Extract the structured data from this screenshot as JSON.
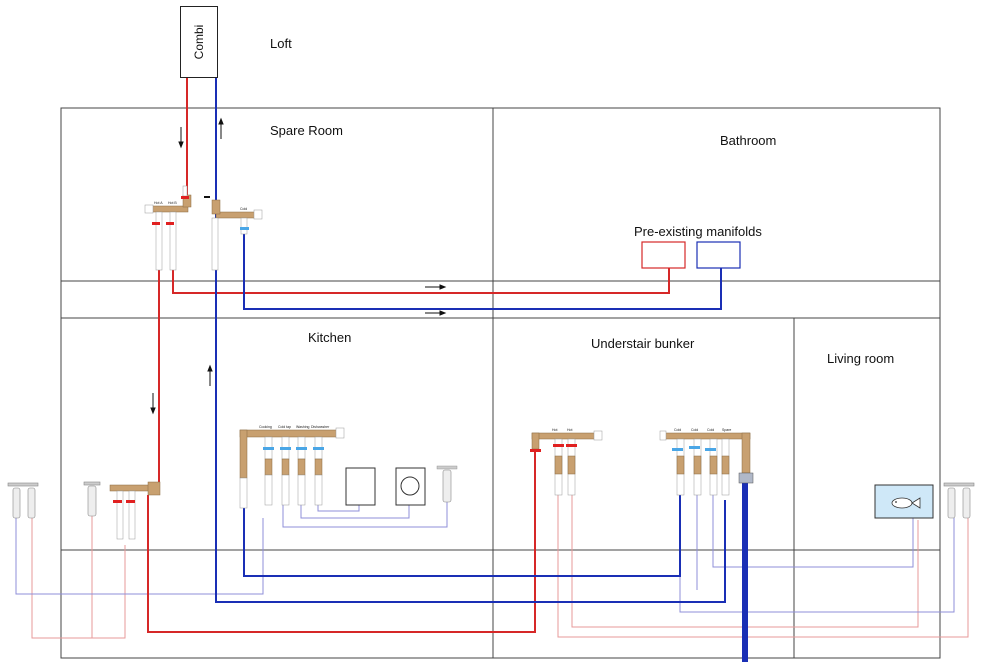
{
  "boiler": {
    "label": "Combi"
  },
  "rooms": {
    "loft": "Loft",
    "spare_room": "Spare Room",
    "bathroom": "Bathroom",
    "kitchen": "Kitchen",
    "understair": "Understair bunker",
    "living_room": "Living room"
  },
  "preexisting": {
    "label": "Pre-existing manifolds"
  },
  "manifold_labels": {
    "spare_hot": [
      "Hot A",
      "Hot B"
    ],
    "spare_cold": [
      "Cold"
    ],
    "kitchen": [
      "Cooking",
      "Cold tap",
      "Washing",
      "Dishwasher"
    ],
    "understair_hot": [
      "Hot",
      "Hot"
    ],
    "understair_cold": [
      "Cold",
      "Cold",
      "Cold",
      "Spare"
    ]
  },
  "colors": {
    "hot": "#d62828",
    "cold": "#1a2fb5",
    "hot_light": "#e79a9a",
    "cold_light": "#8f8fd8",
    "brass": "#c8a070",
    "valve_red": "#e02020",
    "valve_blue": "#4aa6e6",
    "wall": "#444444",
    "tank": "#cfe8f8"
  }
}
